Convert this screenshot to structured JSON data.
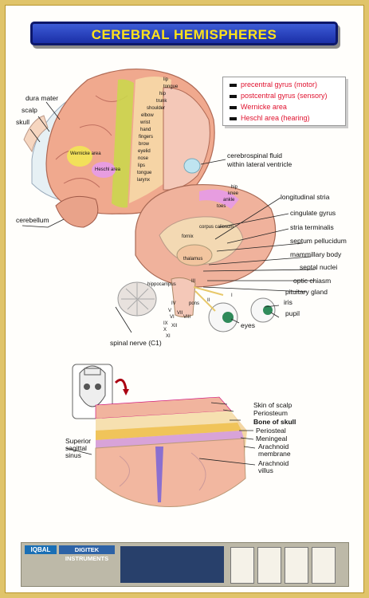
{
  "title": "CEREBRAL HEMISPHERES",
  "legend": [
    {
      "label": "precentral gyrus (motor)"
    },
    {
      "label": "postcentral gyrus (sensory)"
    },
    {
      "label": "Wernicke area"
    },
    {
      "label": "Heschl area (hearing)"
    }
  ],
  "labels": {
    "dura_mater": "dura mater",
    "scalp": "scalp",
    "skull": "skull",
    "cerebellum": "cerebellum",
    "csf": "cerebrospinal fluid",
    "csf2": "within lateral ventricle",
    "longitudinal_stria": "longitudinal stria",
    "cingulate_gyrus": "cingulate gyrus",
    "stria_terminalis": "stria terminalis",
    "septum_pellucidum": "septum pellucidum",
    "mammillary_body": "mammillary body",
    "septal_nuclei": "septal nuclei",
    "optic_chiasm": "optic chiasm",
    "pituitary_gland": "pituitary gland",
    "iris": "iris",
    "pupil": "pupil",
    "eyes": "eyes",
    "spinal_nerve": "spinal nerve (C1)",
    "wernicke_area": "Wernicke area",
    "heschl_area": "Heschl area",
    "corpus_callosum": "corpus callosum",
    "fornix": "fornix",
    "thalamus": "thalamus",
    "hippocampus": "hippocampus",
    "pons": "pons",
    "skin_of_scalp": "Skin of scalp",
    "periosteum": "Periosteum",
    "bone_of_skull": "Bone of skull",
    "periosteal": "Periosteal",
    "meningeal": "Meningeal",
    "arachnoid_membrane_1": "Arachnoid",
    "arachnoid_membrane_2": "membrane",
    "arachnoid_villus_1": "Arachnoid",
    "arachnoid_villus_2": "villus",
    "superior_sagittal_1": "Superior",
    "superior_sagittal_2": "sagittal",
    "superior_sagittal_3": "sinus"
  },
  "homunculus": [
    "lip",
    "tongue",
    "hip",
    "trunk",
    "shoulder",
    "elbow",
    "wrist",
    "hand",
    "fingers",
    "brow",
    "eyelid",
    "nose",
    "lips",
    "tongue",
    "larynx"
  ],
  "homunculus2": [
    "hip",
    "knee",
    "ankle",
    "toes"
  ],
  "cranial_nerves": [
    "III",
    "II",
    "IV",
    "V",
    "VI",
    "VII",
    "VIII",
    "IX",
    "X",
    "XI",
    "XII",
    "I"
  ],
  "footer": {
    "logo1": "IQBAL",
    "logo2": "DIGITEK INSTRUMENTS"
  },
  "colors": {
    "title_bg": "#2440c0",
    "title_text": "#ffe21a",
    "frame": "#e0c46a",
    "legend_text": "#e0122f",
    "brain": "#f0a98e",
    "precentral": "#c9d94a",
    "postcentral": "#b8d14a",
    "wernicke": "#f2e05a",
    "heschl": "#e79de0"
  }
}
